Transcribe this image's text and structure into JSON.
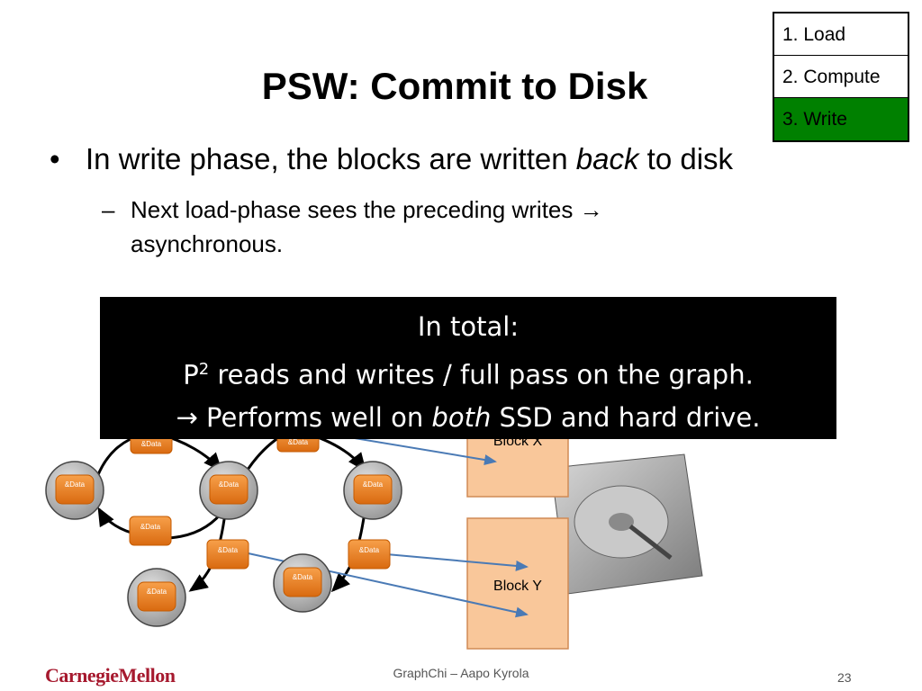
{
  "slide": {
    "title": "PSW:  Commit to Disk",
    "phases": [
      {
        "label": "1. Load",
        "active": false
      },
      {
        "label": "2. Compute",
        "active": false
      },
      {
        "label": "3. Write",
        "active": true
      }
    ],
    "bullet": {
      "prefix": "In write phase, the blocks are written ",
      "emphasis": "back",
      "suffix": " to disk"
    },
    "sub_bullet": {
      "line1": "Next load-phase sees the preceding writes →",
      "line2": "asynchronous."
    },
    "callout": {
      "line1": "In total:",
      "line2_base": "P",
      "line2_sup": "2",
      "line2_rest": " reads and writes / full pass on the graph.",
      "line3_prefix": "→ Performs well on ",
      "line3_emphasis": "both",
      "line3_suffix": " SSD and hard drive."
    },
    "diagram": {
      "node_label": "&Data",
      "edge_label": "&Data",
      "block_x_label": "Block X",
      "block_y_label": "Block Y",
      "colors": {
        "edge_box": "#f08020",
        "block_fill": "#f9c79a",
        "block_border": "#d08a55",
        "arrow_blue": "#4a7ab5",
        "node_gray": "#b8b8b8"
      }
    },
    "footer": {
      "logo": "CarnegieMellon",
      "credit": "GraphChi – Aapo Kyrola",
      "page": "23"
    }
  }
}
